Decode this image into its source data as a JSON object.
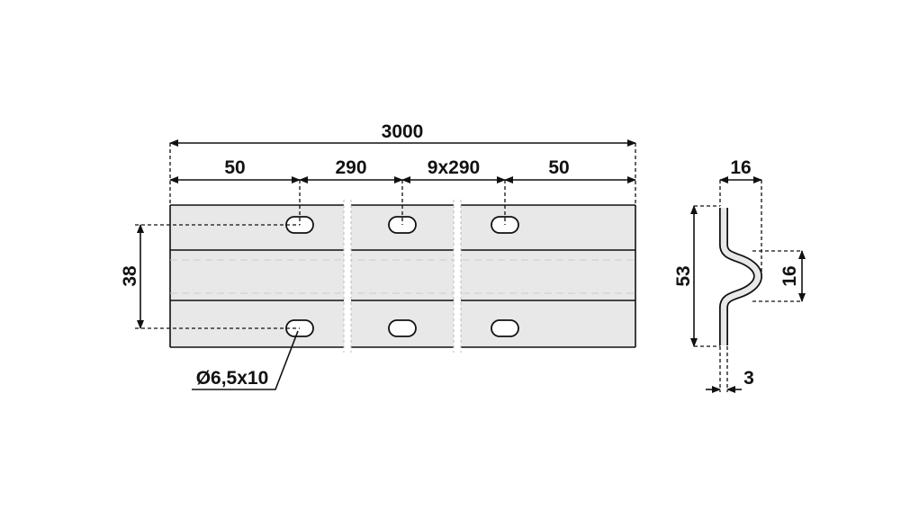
{
  "front_view": {
    "overall_length": "3000",
    "segments": [
      "50",
      "290",
      "9x290",
      "50"
    ],
    "hole_spacing_height": "38",
    "hole_callout": "Ø6,5x10"
  },
  "side_view": {
    "bump_width": "16",
    "height": "53",
    "bump_height": "16",
    "thickness": "3"
  },
  "colors": {
    "fill": "#e8e8e8",
    "line": "#111111"
  }
}
